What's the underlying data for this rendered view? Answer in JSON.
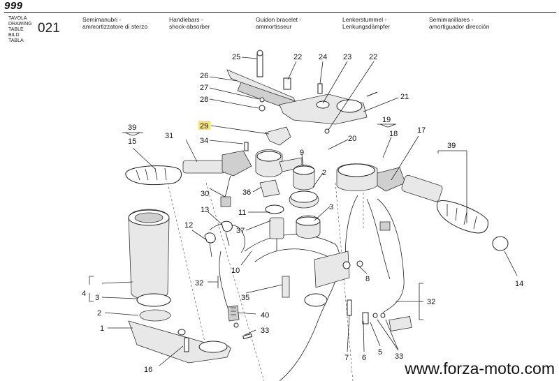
{
  "model": "999",
  "table_labels": [
    "TAVOLA",
    "DRAWING",
    "TABLE",
    "BILD",
    "TABLA"
  ],
  "table_number": "021",
  "titles": [
    {
      "lang": "it",
      "line1": "Semimanubri -",
      "line2": "ammortizzatore di sterzo"
    },
    {
      "lang": "en",
      "line1": "Handlebars -",
      "line2": "shock-absorber"
    },
    {
      "lang": "fr",
      "line1": "Guidon bracelet -",
      "line2": "ammortisseur"
    },
    {
      "lang": "de",
      "line1": "Lenkerstummel -",
      "line2": "Lenkungsdämpfer"
    },
    {
      "lang": "es",
      "line1": "Semimanillares -",
      "line2": "amortiguador dirección"
    }
  ],
  "callouts": [
    "25",
    "22",
    "24",
    "23",
    "22",
    "26",
    "27",
    "28",
    "21",
    "29",
    "20",
    "39",
    "15",
    "31",
    "34",
    "19",
    "18",
    "17",
    "39",
    "9",
    "2",
    "30",
    "36",
    "13",
    "12",
    "11",
    "3",
    "37",
    "32",
    "10",
    "8",
    "4",
    "3",
    "35",
    "14",
    "40",
    "32",
    "2",
    "33",
    "1",
    "16",
    "7",
    "6",
    "5",
    "33"
  ],
  "highlighted_callout": "29",
  "footer": "www.forza-moto.com"
}
